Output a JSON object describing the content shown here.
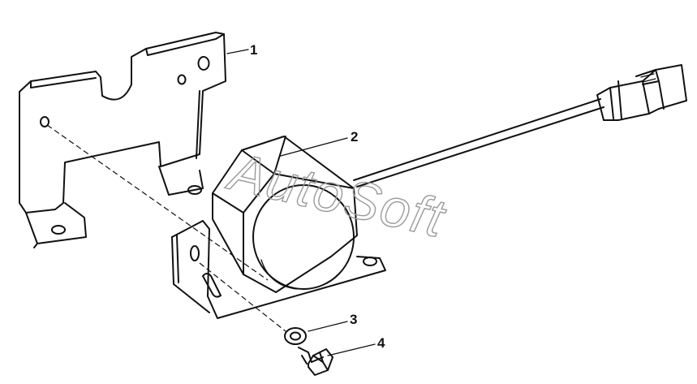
{
  "diagram": {
    "watermark": "AutoSoft",
    "callouts": [
      {
        "number": "1",
        "part": "bracket"
      },
      {
        "number": "2",
        "part": "reverse-alarm-sensor"
      },
      {
        "number": "3",
        "part": "washer"
      },
      {
        "number": "4",
        "part": "bolt"
      }
    ]
  },
  "colors": {
    "line": "#111111",
    "watermark": "#9a9a9a",
    "background": "#ffffff"
  }
}
